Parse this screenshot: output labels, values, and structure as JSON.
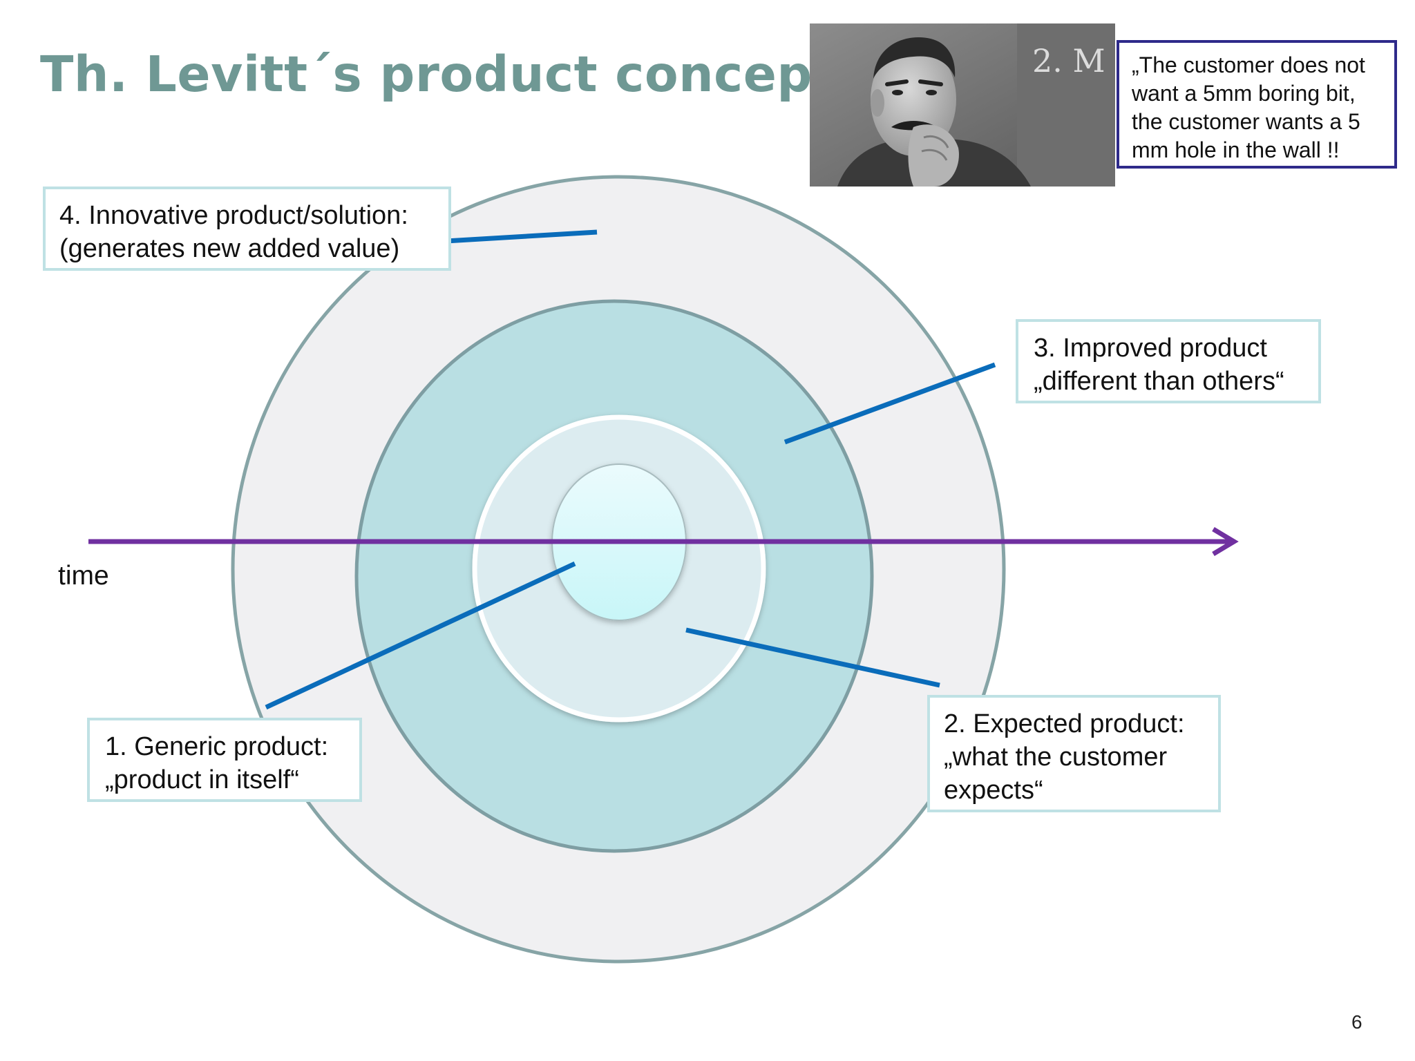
{
  "slide": {
    "title": "Th. Levitt´s product concept",
    "page_number": "6",
    "time_label": "time"
  },
  "photo": {
    "description": "portrait-photo-theodore-levitt",
    "board_text": "2. M"
  },
  "quote": {
    "lines": [
      "„The customer does not",
      "want a  5mm boring bit,",
      "the customer wants a 5",
      "mm hole in the wall !!"
    ]
  },
  "callouts": {
    "innovative": {
      "lines": [
        "4. Innovative product/solution:",
        "(generates new added value)"
      ]
    },
    "improved": {
      "lines": [
        "3. Improved product",
        "„different than others“"
      ]
    },
    "generic": {
      "lines": [
        "1. Generic product:",
        "„product in itself“"
      ]
    },
    "expected": {
      "lines": [
        "2. Expected product:",
        "„what the customer",
        "expects“"
      ]
    }
  },
  "colors": {
    "title": "#6f9894",
    "ring_outer": "#f0f0f2",
    "ring_outer_stroke": "#86a4a6",
    "ring_improved": "#b9dfe3",
    "ring_expected": "#dcecf0",
    "core": "#d9f7f9",
    "connector": "#0a6cba",
    "time_arrow": "#7030a0",
    "callout_border": "#bfe1e4",
    "quote_border": "#2e2a8a"
  }
}
